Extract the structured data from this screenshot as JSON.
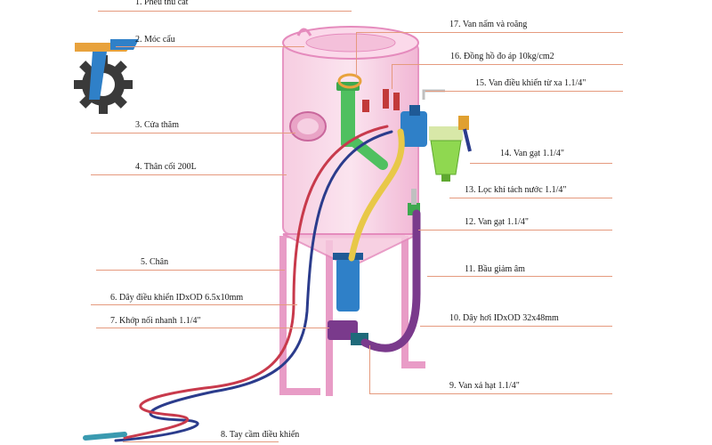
{
  "logo": {
    "name": "company-logo"
  },
  "labels_left": [
    {
      "id": 1,
      "text": "1. Phễu thu cát"
    },
    {
      "id": 2,
      "text": "2. Móc cẩu"
    },
    {
      "id": 3,
      "text": "3. Cửa thăm"
    },
    {
      "id": 4,
      "text": "4. Thân cối 200L"
    },
    {
      "id": 5,
      "text": "5. Chân"
    },
    {
      "id": 6,
      "text": "6. Dây điều khiển IDxOD 6.5x10mm"
    },
    {
      "id": 7,
      "text": "7. Khớp nối nhanh 1.1/4\""
    },
    {
      "id": 8,
      "text": "8. Tay cầm điều khiển"
    }
  ],
  "labels_right": [
    {
      "id": 17,
      "text": "17. Van nấm và roăng"
    },
    {
      "id": 16,
      "text": "16. Đồng hồ đo áp 10kg/cm2"
    },
    {
      "id": 15,
      "text": "15. Van điều khiển từ xa 1.1/4\""
    },
    {
      "id": 14,
      "text": "14. Van gạt 1.1/4\""
    },
    {
      "id": 13,
      "text": "13. Lọc khí tách nước 1.1/4\""
    },
    {
      "id": 12,
      "text": "12. Van gạt 1.1/4\""
    },
    {
      "id": 11,
      "text": "11. Bầu giảm âm"
    },
    {
      "id": 10,
      "text": "10. Dây hơi IDxOD 32x48mm"
    },
    {
      "id": 9,
      "text": "9. Van xả hạt 1.1/4\""
    }
  ],
  "colors": {
    "tank": "#f2b6d4",
    "tank_edge": "#e58bbd",
    "leader": "#e59a7e",
    "blue_hose": "#2b3c8c",
    "red_hose": "#c83a4c",
    "yellow_hose": "#e8c848",
    "purple_hose": "#7a3a8c",
    "green_part": "#4fc060",
    "blue_part": "#2f80c8"
  }
}
